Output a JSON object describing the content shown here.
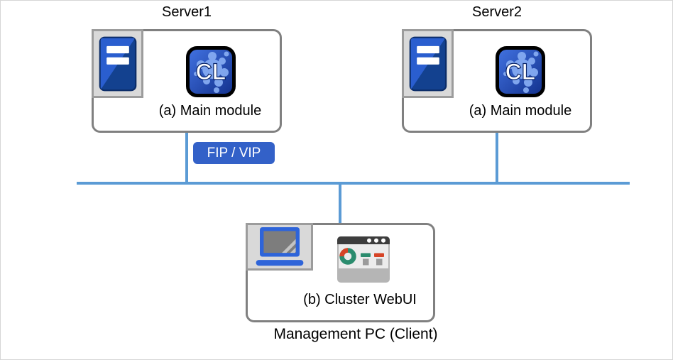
{
  "diagram": {
    "servers": [
      {
        "title": "Server1",
        "module_label": "(a) Main module",
        "icon_text": "CL"
      },
      {
        "title": "Server2",
        "module_label": "(a) Main module",
        "icon_text": "CL"
      }
    ],
    "fip_badge_label": "FIP / VIP",
    "client": {
      "module_label": "(b) Cluster WebUI",
      "caption": "Management PC (Client)"
    },
    "icons": {
      "server_tower": "server-tower-icon",
      "cluster_app": "cluster-app-icon",
      "laptop": "laptop-icon",
      "webui_browser": "webui-browser-icon"
    },
    "colors": {
      "network_line": "#5B9BD5",
      "badge_blue": "#3361C8",
      "box_border": "#808080",
      "icon_square_bg": "#d9d9d9",
      "tower_blue_light": "#2a5ecf",
      "tower_blue_dark": "#13418f",
      "cl_gradient_light": "#4273e2",
      "cl_gradient_dark": "#12308c",
      "cl_splat": "#85abf2",
      "donut_green": "#2b8c6e",
      "donut_red": "#d64426",
      "laptop_blue": "#2e64d9"
    }
  }
}
